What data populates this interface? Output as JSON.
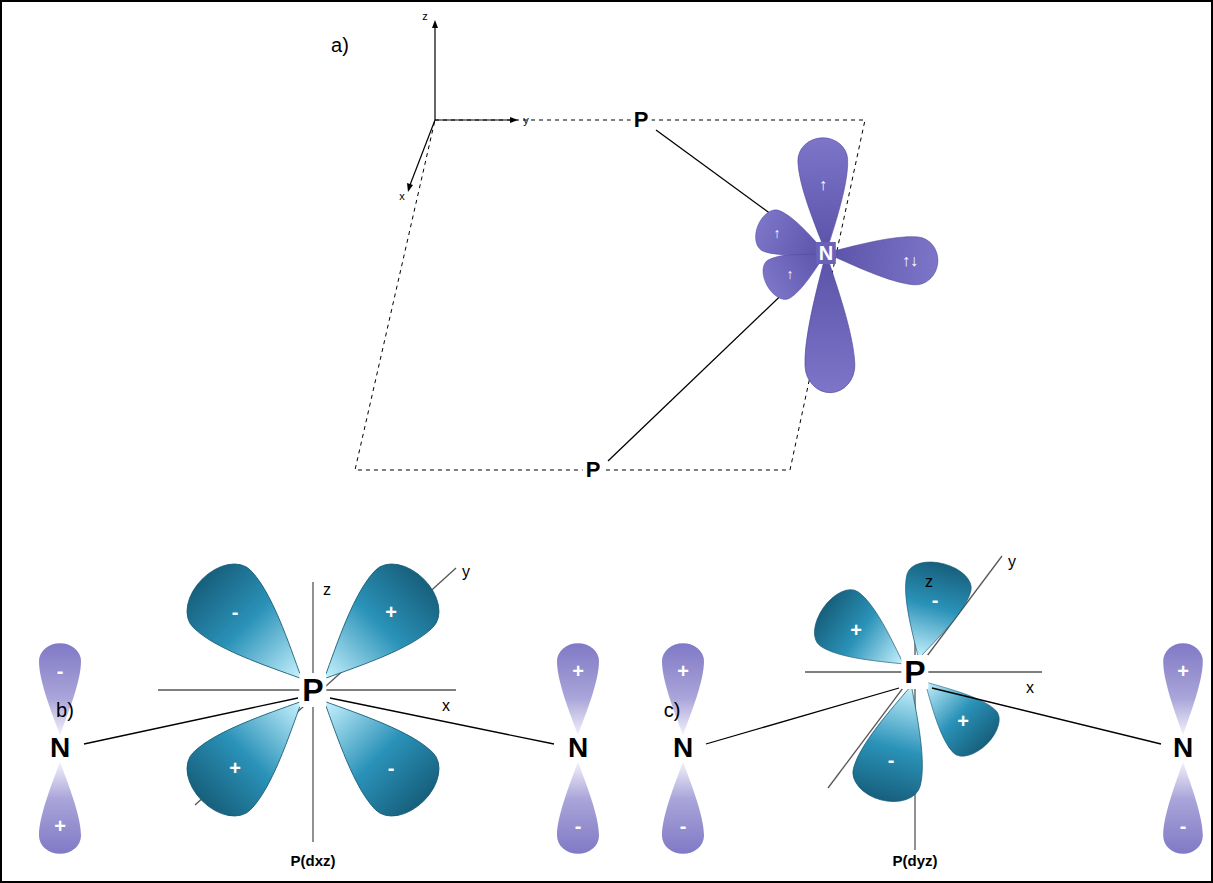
{
  "diagram": {
    "labels": [
      "a)",
      "z",
      "y",
      "x",
      "P",
      "N",
      "↑",
      "↑",
      "↑",
      "↑↓",
      "P",
      "b)",
      "-",
      "z",
      "y",
      "-",
      "+",
      "P",
      "x",
      "N",
      "N",
      "+",
      "+",
      "-",
      "+",
      "-",
      "P(dxz)",
      "c)",
      "z",
      "y",
      "-",
      "+",
      "P",
      "x",
      "+",
      "+",
      "N",
      "N",
      "+",
      "-",
      "-",
      "-",
      "P(dyz)"
    ]
  }
}
